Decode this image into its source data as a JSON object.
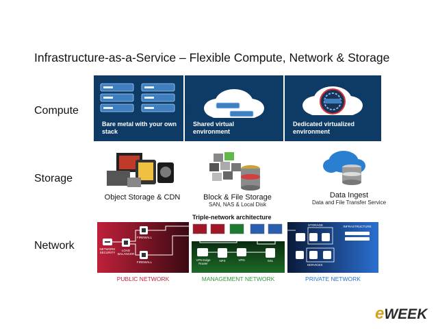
{
  "title": "Infrastructure-as-a-Service – Flexible Compute, Network & Storage",
  "rows": {
    "compute": "Compute",
    "storage": "Storage",
    "network": "Network"
  },
  "compute": {
    "items": [
      {
        "caption_line1": "Bare metal with your own",
        "caption_line2": "stack"
      },
      {
        "caption_line1": "Shared virtual",
        "caption_line2": "environment"
      },
      {
        "caption_line1": "Dedicated virtualized",
        "caption_line2": "environment"
      }
    ]
  },
  "storage": {
    "items": [
      {
        "label": "Object Storage & CDN",
        "sub": ""
      },
      {
        "label": "Block & File Storage",
        "sub": "SAN, NAS & Local Disk"
      },
      {
        "label": "Data Ingest",
        "sub": "Data and File Transfer Service"
      }
    ]
  },
  "network": {
    "heading": "Triple-network architecture",
    "panels": [
      {
        "label": "PUBLIC NETWORK",
        "color": "#c0203a"
      },
      {
        "label": "MANAGEMENT NETWORK",
        "color": "#2e9a3a"
      },
      {
        "label": "PRIVATE NETWORK",
        "color": "#2a6fd0"
      }
    ],
    "nodes": {
      "net_security": "NETWORK SECURITY",
      "load_balancer": "LOAD BALANCER",
      "firewall_top": "FIREWALL",
      "firewall_bottom": "FIREWALL",
      "vpn_router": "VPN Edge Router",
      "nfs": "NFS",
      "vpn": "VPN",
      "ssl": "SSL",
      "storage": "STORAGE",
      "infrastructure": "INFRASTRUCTURE",
      "services": "SERVICES"
    }
  },
  "logo": {
    "e": "e",
    "rest": "WEEK"
  }
}
